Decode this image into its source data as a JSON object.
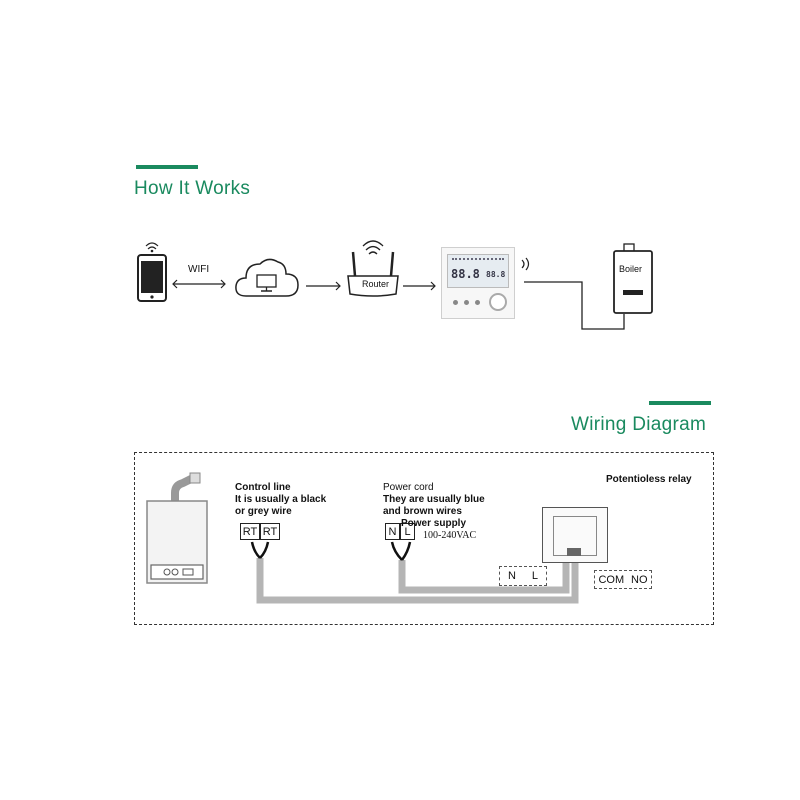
{
  "how_it_works": {
    "title": "How It Works",
    "wifi_label": "WIFI",
    "router_label": "Router",
    "thermostat_display": {
      "temp_main": "88.8",
      "temp_small": "88.8"
    },
    "boiler_label": "Boiler"
  },
  "wiring": {
    "title": "Wiring Diagram",
    "potentioless_relay": "Potentioless relay",
    "control_line": {
      "title": "Control line",
      "line1": "It is usually a black",
      "line2": "or grey wire",
      "terminals": [
        "RT",
        "RT"
      ]
    },
    "power_cord": {
      "title": "Power cord",
      "line1": "They are usually blue",
      "line2": "and brown wires",
      "terminals": [
        "N",
        "L"
      ],
      "supply_label": "Power supply",
      "voltage": "100-240VAC"
    },
    "thermostat_terminals": [
      "N",
      "L"
    ],
    "relay_terminals": [
      "COM",
      "NO"
    ]
  },
  "colors": {
    "accent": "#1a8a5f",
    "wire_grey": "#b5b5b5"
  }
}
